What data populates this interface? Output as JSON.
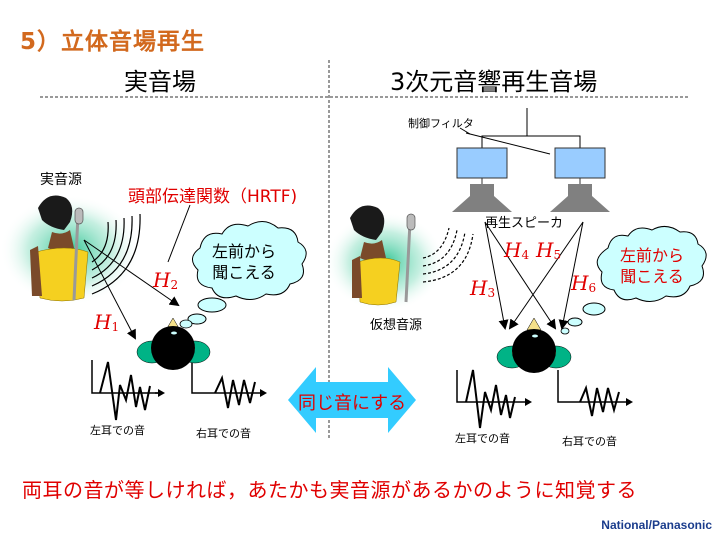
{
  "slide": {
    "title": "5）立体音場再生",
    "left_section_title": "実音場",
    "right_section_title": "3次元音響再生音場"
  },
  "left": {
    "source_label": "実音源",
    "hrtf_label": "頭部伝達関数（HRTF)",
    "h_labels": [
      {
        "base": "H",
        "sub": "1"
      },
      {
        "base": "H",
        "sub": "2"
      }
    ],
    "thought_bubble": [
      "左前から",
      "聞こえる"
    ],
    "left_ear_label": "左耳での音",
    "right_ear_label": "右耳での音"
  },
  "right": {
    "filter_label": "制御フィルタ",
    "speaker_label": "再生スピーカ",
    "source_label": "仮想音源",
    "h_labels": [
      {
        "base": "H",
        "sub": "3"
      },
      {
        "base": "H",
        "sub": "4"
      },
      {
        "base": "H",
        "sub": "5"
      },
      {
        "base": "H",
        "sub": "6"
      }
    ],
    "thought_bubble": [
      "左前から",
      "聞こえる"
    ],
    "left_ear_label": "左耳での音",
    "right_ear_label": "右耳での音"
  },
  "center_arrow_label": "同じ音にする",
  "conclusion": "両耳の音が等しければ，あたかも実音源があるかのように知覚する",
  "brand": "National/Panasonic",
  "colors": {
    "title": "#d2691e",
    "emphasis": "#e00000",
    "arrow_fill": "#33ccff",
    "bubble_fill": "#ccffff",
    "monitor_fill": "#99ccff",
    "speaker_gray": "#808080",
    "ear_green": "#00b386",
    "dress_yellow": "#f5d020",
    "brand": "#1a3c8c"
  }
}
